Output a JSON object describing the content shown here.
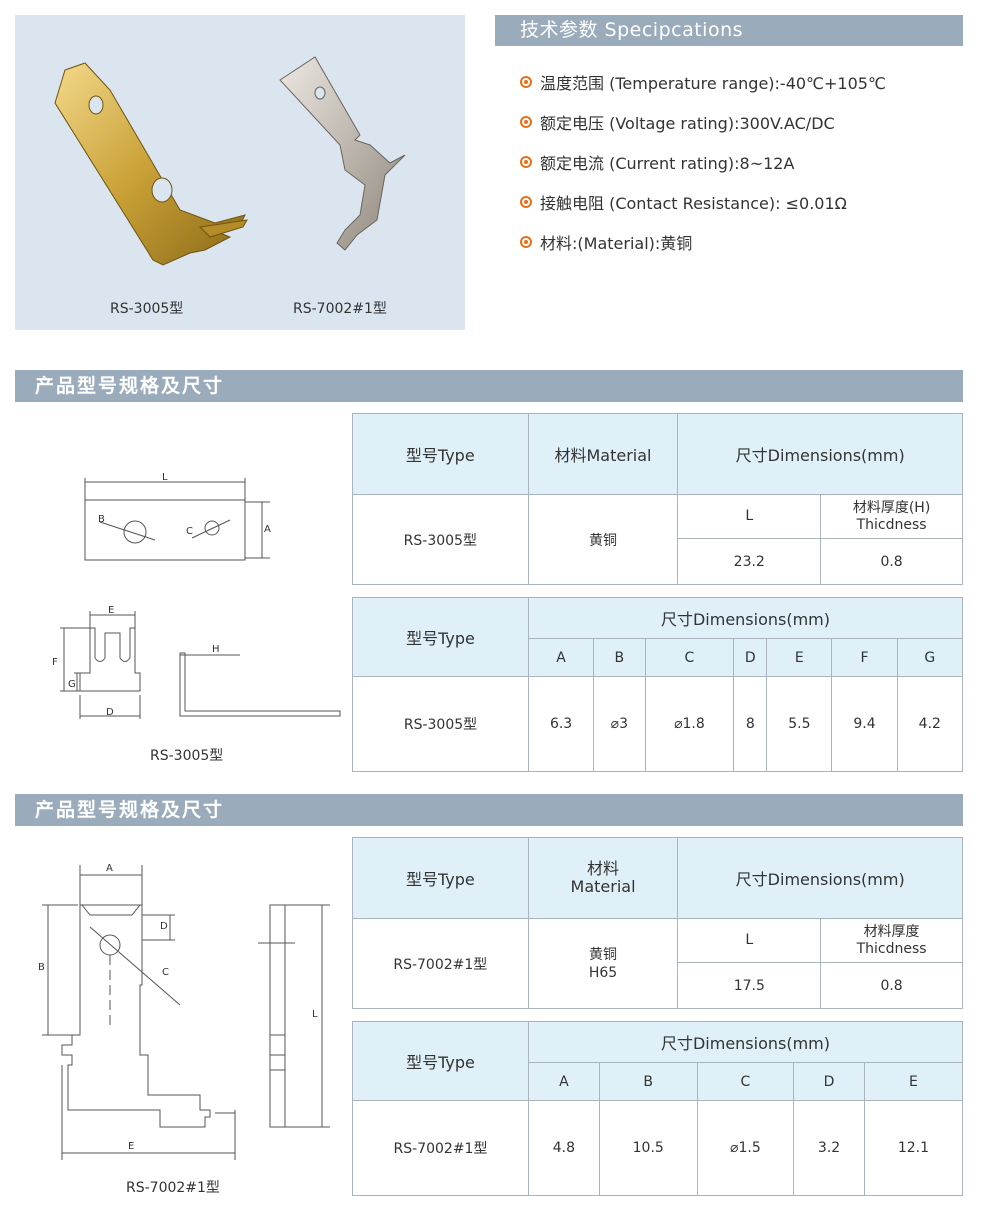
{
  "photos": {
    "caption_left": "RS-3005型",
    "caption_right": "RS-7002#1型"
  },
  "specs": {
    "title": "技术参数 Specipcations",
    "items": [
      "温度范围 (Temperature range):-40℃+105℃",
      "额定电压 (Voltage rating):300V.AC/DC",
      "额定电流 (Current rating):8~12A",
      "接触电阻 (Contact Resistance): ≤0.01Ω",
      "材料:(Material):黄铜"
    ]
  },
  "section1": {
    "title": "产品型号规格及尺寸",
    "drawing_caption": "RS-3005型",
    "drawing_labels": {
      "L": "L",
      "A": "A",
      "B": "B",
      "C": "C",
      "D": "D",
      "E": "E",
      "F": "F",
      "G": "G",
      "H": "H"
    },
    "table1": {
      "type_header": "型号Type",
      "material_header": "材料Material",
      "dims_header": "尺寸Dimensions(mm)",
      "col_L": "L",
      "col_thick_1": "材料厚度(H)",
      "col_thick_2": "Thicdness",
      "model": "RS-3005型",
      "material": "黄铜",
      "L": "23.2",
      "thickness": "0.8"
    },
    "table2": {
      "type_header": "型号Type",
      "dims_header": "尺寸Dimensions(mm)",
      "cols": [
        "A",
        "B",
        "C",
        "D",
        "E",
        "F",
        "G"
      ],
      "model": "RS-3005型",
      "values": [
        "6.3",
        "⌀3",
        "⌀1.8",
        "8",
        "5.5",
        "9.4",
        "4.2"
      ]
    }
  },
  "section2": {
    "title": "产品型号规格及尺寸",
    "drawing_caption": "RS-7002#1型",
    "drawing_labels": {
      "A": "A",
      "B": "B",
      "C": "C",
      "D": "D",
      "E": "E",
      "L": "L"
    },
    "table1": {
      "type_header": "型号Type",
      "material_header_1": "材料",
      "material_header_2": "Material",
      "dims_header": "尺寸Dimensions(mm)",
      "col_L": "L",
      "col_thick_1": "材料厚度",
      "col_thick_2": "Thicdness",
      "model": "RS-7002#1型",
      "material_1": "黄铜",
      "material_2": "H65",
      "L": "17.5",
      "thickness": "0.8"
    },
    "table2": {
      "type_header": "型号Type",
      "dims_header": "尺寸Dimensions(mm)",
      "cols": [
        "A",
        "B",
        "C",
        "D",
        "E"
      ],
      "model": "RS-7002#1型",
      "values": [
        "4.8",
        "10.5",
        "⌀1.5",
        "3.2",
        "12.1"
      ]
    }
  }
}
